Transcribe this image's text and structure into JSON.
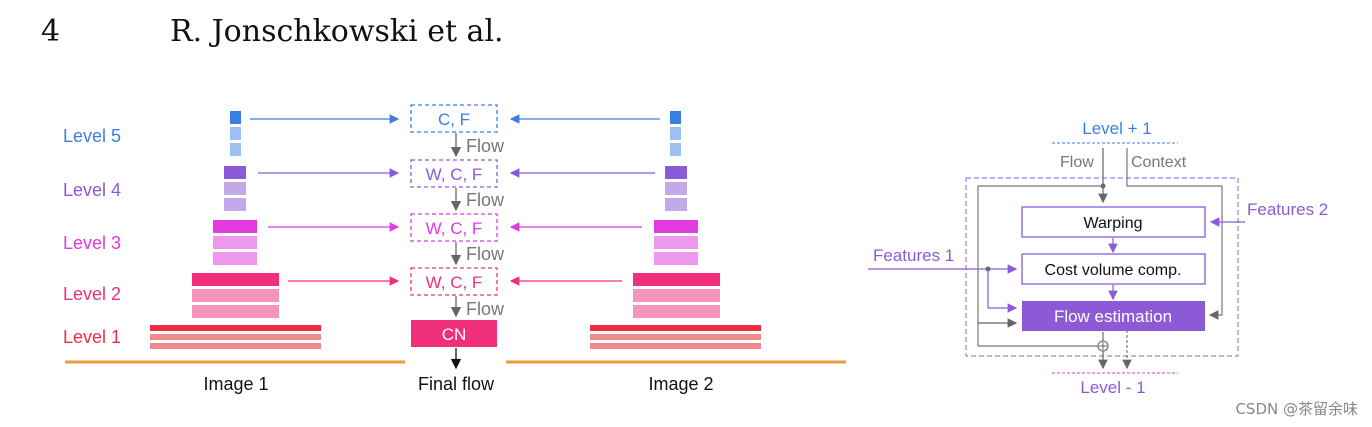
{
  "header": {
    "page_number": "4",
    "authors": "R. Jonschkowski et al."
  },
  "left_figure": {
    "levels": [
      {
        "label": "Level 5",
        "color": "#3a7ee6"
      },
      {
        "label": "Level 4",
        "color": "#8c5ad6"
      },
      {
        "label": "Level 3",
        "color": "#e03ae0"
      },
      {
        "label": "Level 2",
        "color": "#f0307a"
      },
      {
        "label": "Level 1",
        "color": "#ee2e40"
      }
    ],
    "boxes": [
      "C, F",
      "W, C, F",
      "W, C, F",
      "W, C, F",
      "CN"
    ],
    "flow_labels": [
      "Flow",
      "Flow",
      "Flow",
      "Flow"
    ],
    "image1_label": "Image 1",
    "image2_label": "Image 2",
    "final_flow_label": "Final flow"
  },
  "right_figure": {
    "level_plus": "Level + 1",
    "flow": "Flow",
    "context": "Context",
    "features2": "Features 2",
    "features1": "Features 1",
    "warping": "Warping",
    "cost_volume": "Cost volume comp.",
    "flow_estimation": "Flow estimation",
    "level_minus": "Level - 1",
    "accent_color": "#8c5ad6"
  },
  "watermark": "CSDN @茶留余味"
}
